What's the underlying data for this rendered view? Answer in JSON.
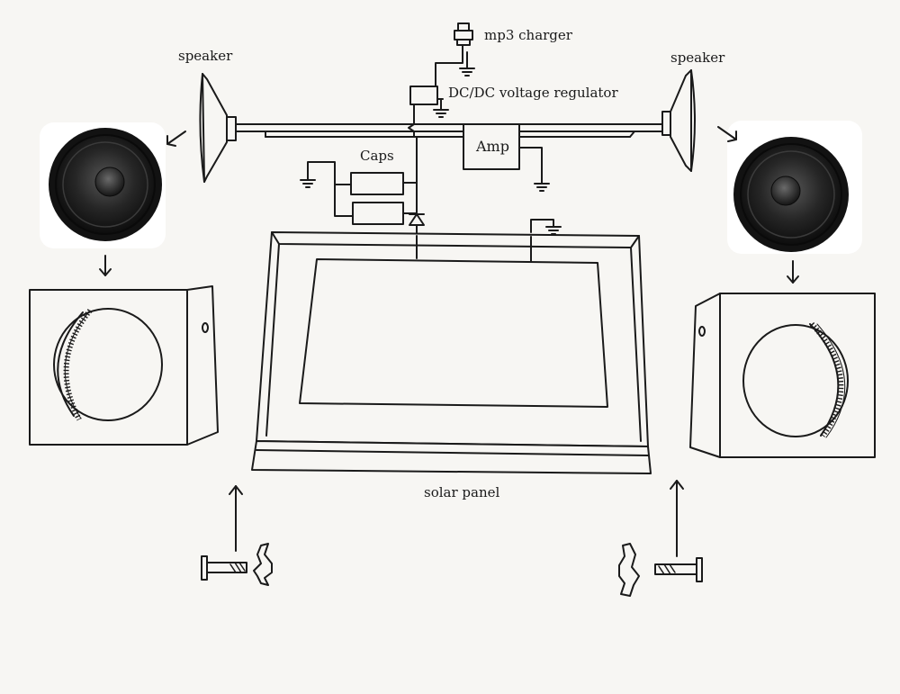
{
  "labels": {
    "mp3_charger": "mp3 charger",
    "regulator": "DC/DC voltage regulator",
    "speaker_left": "speaker",
    "speaker_right": "speaker",
    "caps": "Caps",
    "amp": "Amp",
    "solar_panel": "solar panel"
  },
  "colors": {
    "ink": "#1a1a1a",
    "paper": "#f7f6f3",
    "cone": "#2a2a2a"
  }
}
